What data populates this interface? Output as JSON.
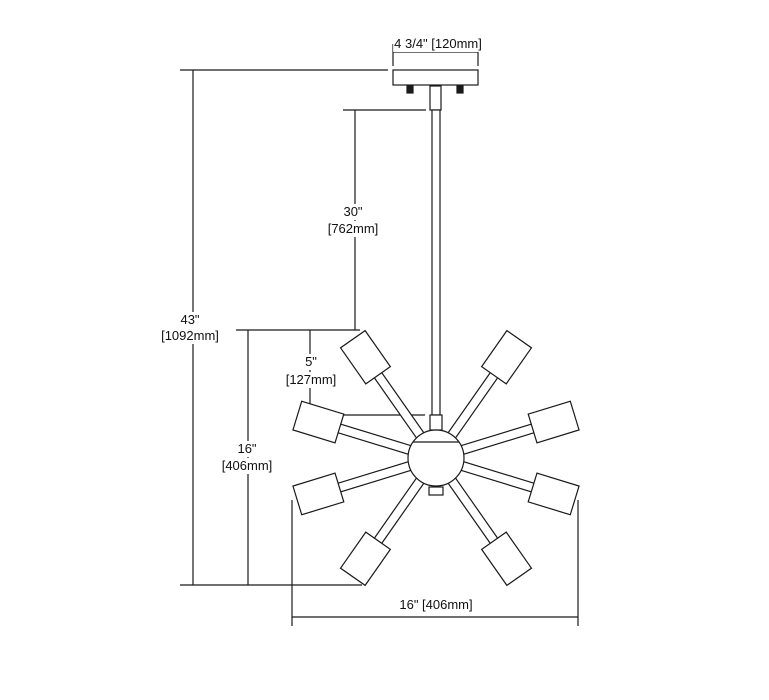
{
  "dimensions": {
    "canopy_width": "4 3/4\" [120mm]",
    "overall_height": {
      "imperial": "43\"",
      "metric": "[1092mm]"
    },
    "rod_length": {
      "imperial": "30\"",
      "metric": "[762mm]"
    },
    "fixture_height": {
      "imperial": "16\"",
      "metric": "[406mm]"
    },
    "arm_offset": {
      "imperial": "5\"",
      "metric": "[127mm]"
    },
    "fixture_width": "16\" [406mm]"
  },
  "colors": {
    "line": "#1a1a1a",
    "background": "#ffffff"
  }
}
